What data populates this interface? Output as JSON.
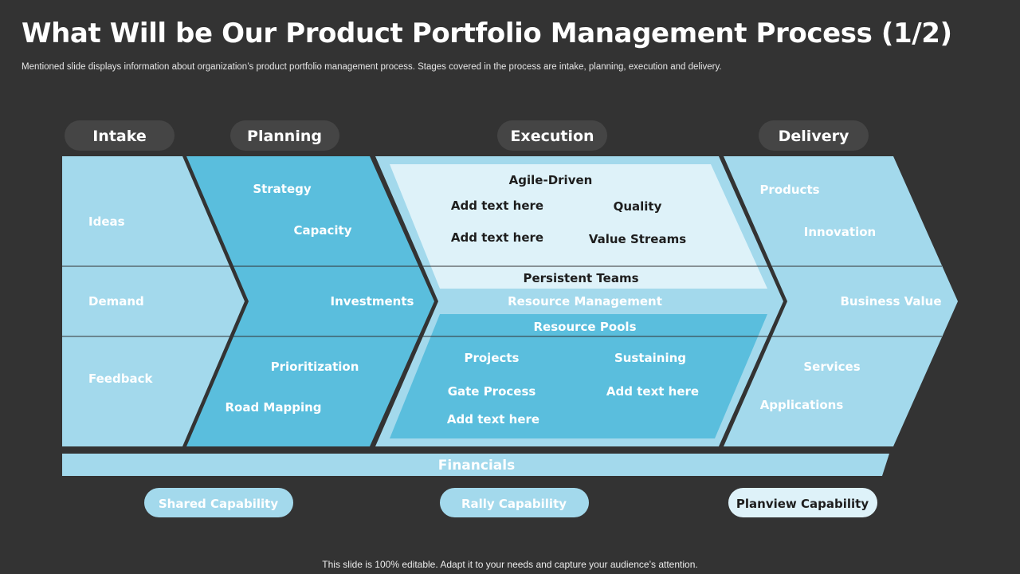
{
  "slide": {
    "title": "What Will be Our Product Portfolio Management Process (1/2)",
    "subtitle": "Mentioned slide displays information about organization’s product portfolio management process. Stages covered in the process are intake, planning, execution and delivery.",
    "footer": "This slide is 100% editable. Adapt it to your needs and capture your audience’s attention."
  },
  "stages": {
    "intake": "Intake",
    "planning": "Planning",
    "execution": "Execution",
    "delivery": "Delivery"
  },
  "intake": {
    "ideas": "Ideas",
    "demand": "Demand",
    "feedback": "Feedback"
  },
  "planning": {
    "strategy": "Strategy",
    "capacity": "Capacity",
    "investments": "Investments",
    "prioritization": "Prioritization",
    "road_mapping": "Road Mapping"
  },
  "execution": {
    "agile_driven": "Agile-Driven",
    "add_text_1": "Add text  here",
    "add_text_2": "Add text  here",
    "quality": "Quality",
    "value_streams": "Value Streams",
    "persistent_teams": "Persistent  Teams",
    "resource_management": "Resource Management",
    "resource_pools": "Resource Pools",
    "projects": "Projects",
    "sustaining": "Sustaining",
    "gate_process": "Gate Process",
    "add_text_3": "Add text  here",
    "add_text_4": "Add text  here"
  },
  "delivery": {
    "products": "Products",
    "innovation": "Innovation",
    "business_value": "Business  Value",
    "services": "Services",
    "applications": "Applications"
  },
  "financials": "Financials",
  "capabilities": {
    "shared": "Shared Capability",
    "rally": "Rally Capability",
    "planview": "Planview Capability"
  },
  "colors": {
    "background": "#333333",
    "light_blue": "#a3d9ec",
    "mid_blue": "#5abedd",
    "pale_blue": "#def2f9",
    "header_pill": "#454545"
  }
}
